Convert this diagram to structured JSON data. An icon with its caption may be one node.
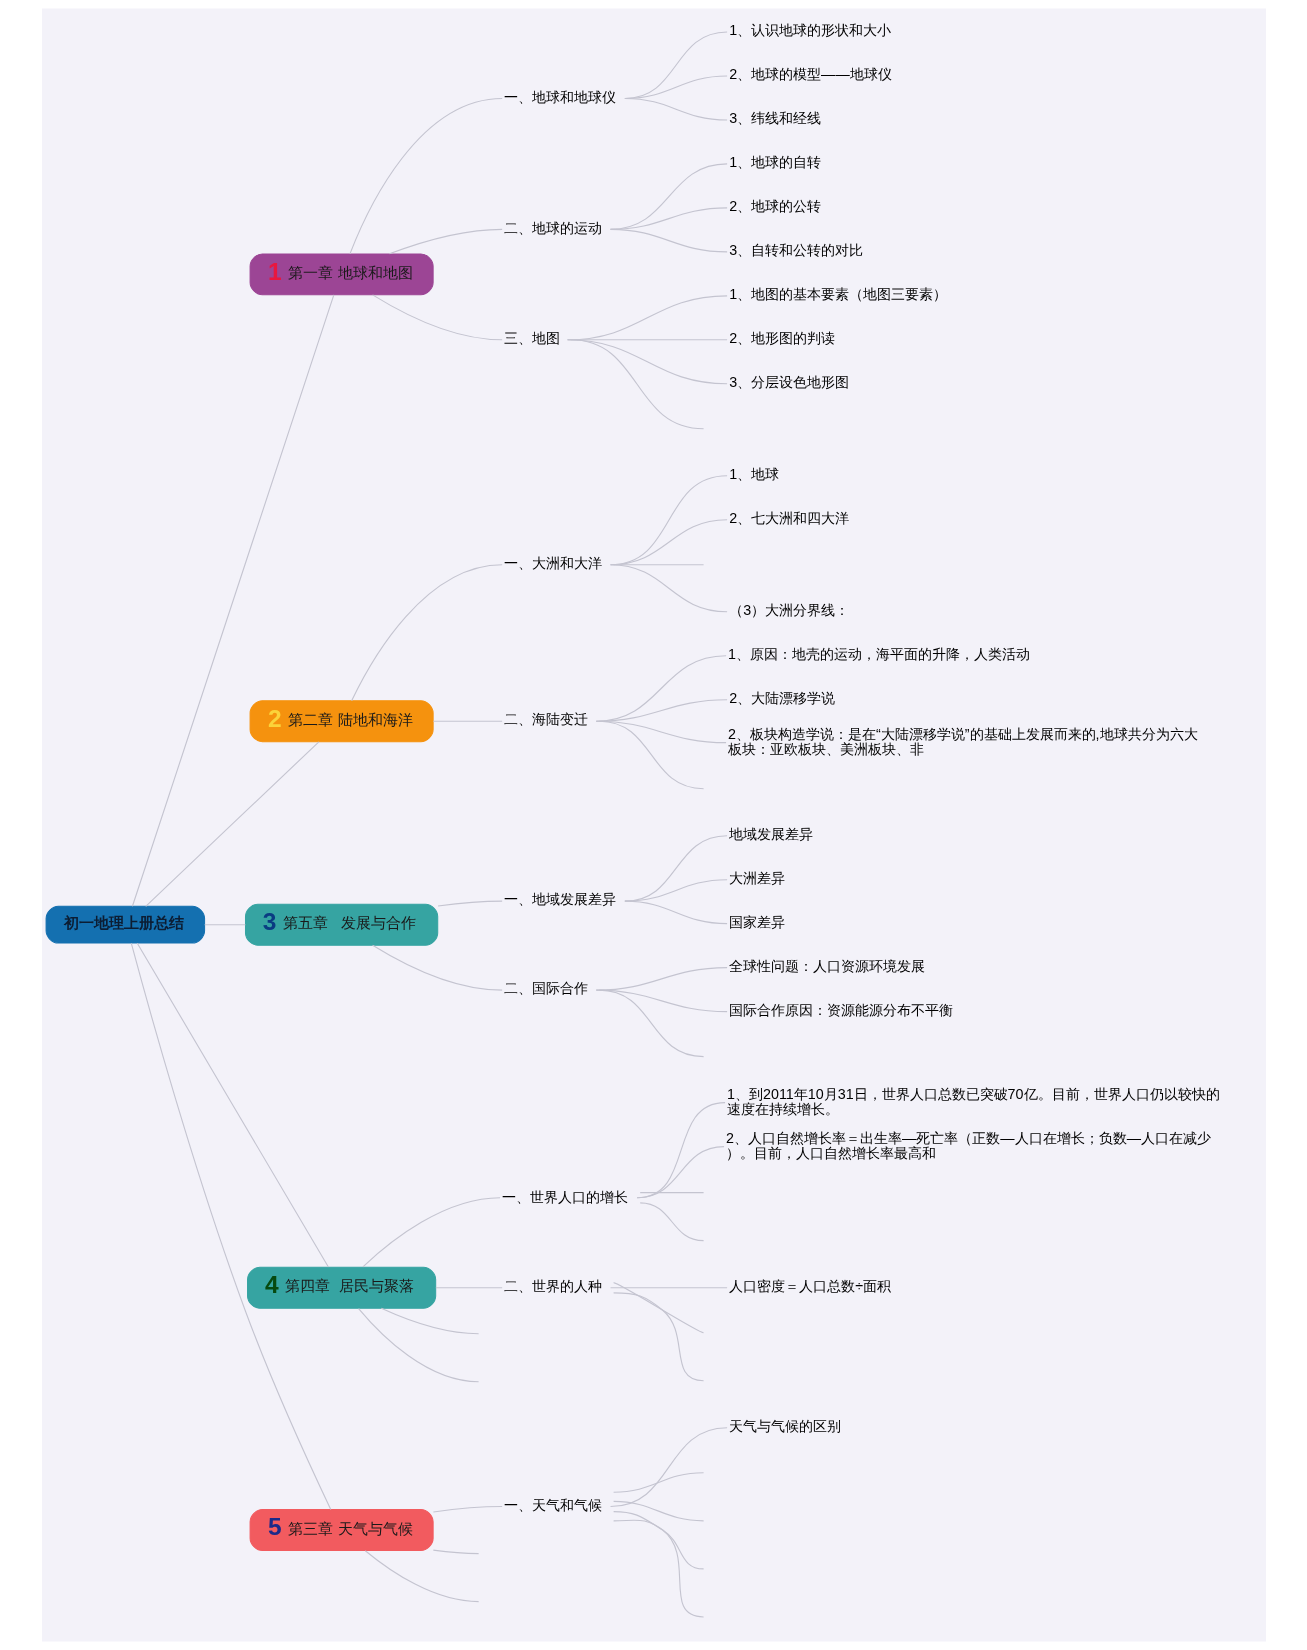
{
  "diagram": {
    "nodes": [
      {
        "text": [
          "初一地理上册总结"
        ]
      },
      {
        "text": [
          "1",
          "第一章 地球和地图"
        ]
      },
      {
        "text": [
          "一、地球和地球仪"
        ]
      },
      {
        "text": [
          "1、认识地球的形状和大小"
        ]
      },
      {
        "text": [
          "2、地球的模型——地球仪"
        ]
      },
      {
        "text": [
          "3、纬线和经线"
        ]
      },
      {
        "text": [
          "二、地球的运动"
        ]
      },
      {
        "text": [
          "1、地球的自转"
        ]
      },
      {
        "text": [
          "2、地球的公转"
        ]
      },
      {
        "text": [
          "3、自转和公转的对比"
        ]
      },
      {
        "text": [
          "三、地图"
        ]
      },
      {
        "text": [
          "1、地图的基本要素（地图三要素）"
        ]
      },
      {
        "text": [
          "2、地形图的判读"
        ]
      },
      {
        "text": [
          "3、分层设色地形图"
        ]
      },
      {
        "text": [
          "2",
          "第二章 陆地和海洋"
        ]
      },
      {
        "text": [
          "一、大洲和大洋"
        ]
      },
      {
        "text": [
          "1、地球"
        ]
      },
      {
        "text": [
          "2、七大洲和四大洋"
        ]
      },
      {
        "text": [
          "（3）大洲分界线："
        ]
      },
      {
        "text": [
          "二、海陆变迁"
        ]
      },
      {
        "text": [
          "1、原因：地壳的运动，海平面的升降，人类活动"
        ]
      },
      {
        "text": [
          "2、大陆漂移学说"
        ]
      },
      {
        "text": [
          "2、板块构造学说：是在“大陆漂移学说”的基础上发展而来的,地球共分为六大板块：亚欧板块、美洲板块、非"
        ]
      },
      {
        "text": [
          "3",
          "第五章   发展与合作"
        ]
      },
      {
        "text": [
          "一、地域发展差异"
        ]
      },
      {
        "text": [
          "地域发展差异"
        ]
      },
      {
        "text": [
          "大洲差异"
        ]
      },
      {
        "text": [
          "国家差异"
        ]
      },
      {
        "text": [
          "二、国际合作"
        ]
      },
      {
        "text": [
          "全球性问题：人口资源环境发展"
        ]
      },
      {
        "text": [
          "国际合作原因：资源能源分布不平衡"
        ]
      },
      {
        "text": [
          "4",
          "第四章  居民与聚落"
        ]
      },
      {
        "text": [
          "一、世界人口的增长"
        ]
      },
      {
        "text": [
          "1、到2011年10月31日，世界人口总数已突破70亿。目前，世界人口仍以较快的速度在持续增长。"
        ]
      },
      {
        "text": [
          "2、人口自然增长率＝出生率—死亡率（正数—人口在增长；负数—人口在减少）。目前，人口自然增长率最高和"
        ]
      },
      {
        "text": [
          "二、世界的人种"
        ]
      },
      {
        "text": [
          "人口密度＝人口总数÷面积"
        ]
      },
      {
        "text": [
          "5",
          "第三章 天气与气候"
        ]
      },
      {
        "text": [
          "一、天气和气候"
        ]
      },
      {
        "text": [
          "天气与气候的区别"
        ]
      }
    ],
    "edges": [
      {
        "from": 0,
        "to": 1,
        "arrow": "none"
      },
      {
        "from": 1,
        "to": 2,
        "arrow": "none"
      },
      {
        "from": 2,
        "to": 3,
        "arrow": "none"
      },
      {
        "from": 2,
        "to": 4,
        "arrow": "none"
      },
      {
        "from": 2,
        "to": 5,
        "arrow": "none"
      },
      {
        "from": 1,
        "to": 6,
        "arrow": "none"
      },
      {
        "from": 6,
        "to": 7,
        "arrow": "none"
      },
      {
        "from": 6,
        "to": 8,
        "arrow": "none"
      },
      {
        "from": 6,
        "to": 9,
        "arrow": "none"
      },
      {
        "from": 1,
        "to": 10,
        "arrow": "none"
      },
      {
        "from": 10,
        "to": 11,
        "arrow": "none"
      },
      {
        "from": 10,
        "to": 12,
        "arrow": "none"
      },
      {
        "from": 10,
        "to": 13,
        "arrow": "none"
      },
      {
        "from": 10,
        "to": null,
        "arrow": "none"
      },
      {
        "from": 0,
        "to": 14,
        "arrow": "none"
      },
      {
        "from": 14,
        "to": 15,
        "arrow": "none"
      },
      {
        "from": 15,
        "to": 16,
        "arrow": "none"
      },
      {
        "from": 15,
        "to": 17,
        "arrow": "none"
      },
      {
        "from": 15,
        "to": null,
        "arrow": "none"
      },
      {
        "from": 15,
        "to": 18,
        "arrow": "none"
      },
      {
        "from": 14,
        "to": 19,
        "arrow": "none"
      },
      {
        "from": 19,
        "to": 20,
        "arrow": "none"
      },
      {
        "from": 19,
        "to": 21,
        "arrow": "none"
      },
      {
        "from": 19,
        "to": 22,
        "arrow": "none"
      },
      {
        "from": 19,
        "to": null,
        "arrow": "none"
      },
      {
        "from": 0,
        "to": 23,
        "arrow": "none"
      },
      {
        "from": 23,
        "to": 24,
        "arrow": "none"
      },
      {
        "from": 24,
        "to": 25,
        "arrow": "none"
      },
      {
        "from": 24,
        "to": 26,
        "arrow": "none"
      },
      {
        "from": 24,
        "to": 27,
        "arrow": "none"
      },
      {
        "from": 23,
        "to": 28,
        "arrow": "none"
      },
      {
        "from": 28,
        "to": 29,
        "arrow": "none"
      },
      {
        "from": 28,
        "to": 30,
        "arrow": "none"
      },
      {
        "from": 28,
        "to": null,
        "arrow": "none"
      },
      {
        "from": 0,
        "to": 31,
        "arrow": "none"
      },
      {
        "from": 31,
        "to": 32,
        "arrow": "none"
      },
      {
        "from": 32,
        "to": 33,
        "arrow": "none"
      },
      {
        "from": 32,
        "to": 34,
        "arrow": "none"
      },
      {
        "from": 32,
        "to": null,
        "arrow": "none"
      },
      {
        "from": 32,
        "to": null,
        "arrow": "none"
      },
      {
        "from": 31,
        "to": 35,
        "arrow": "none"
      },
      {
        "from": 35,
        "to": 36,
        "arrow": "none"
      },
      {
        "from": 35,
        "to": null,
        "arrow": "none"
      },
      {
        "from": 35,
        "to": null,
        "arrow": "none"
      },
      {
        "from": 31,
        "to": null,
        "arrow": "none"
      },
      {
        "from": 31,
        "to": null,
        "arrow": "none"
      },
      {
        "from": 0,
        "to": 37,
        "arrow": "none"
      },
      {
        "from": 37,
        "to": 38,
        "arrow": "none"
      },
      {
        "from": 38,
        "to": 39,
        "arrow": "none"
      },
      {
        "from": 38,
        "to": null,
        "arrow": "none"
      },
      {
        "from": 38,
        "to": null,
        "arrow": "none"
      },
      {
        "from": 38,
        "to": null,
        "arrow": "none"
      },
      {
        "from": 38,
        "to": null,
        "arrow": "none"
      },
      {
        "from": 37,
        "to": null,
        "arrow": "none"
      },
      {
        "from": 37,
        "to": null,
        "arrow": "none"
      }
    ]
  }
}
